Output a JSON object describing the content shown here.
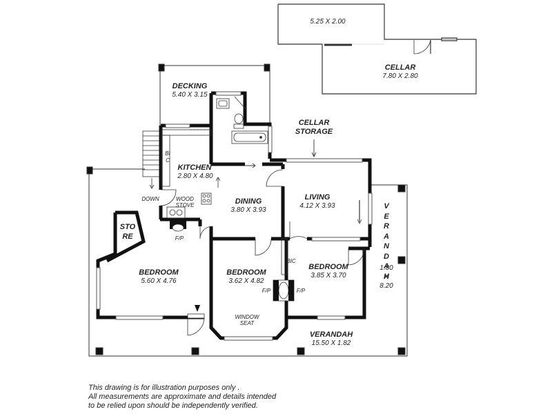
{
  "rooms": {
    "cellar_upper": {
      "dim": "5.25 X 2.00"
    },
    "cellar": {
      "name": "CELLAR",
      "dim": "7.80 X 2.80"
    },
    "decking": {
      "name": "DECKING",
      "dim": "5.40 X 3.15"
    },
    "cellar_storage": {
      "line1": "CELLAR",
      "line2": "STORAGE"
    },
    "kitchen": {
      "name": "KITCHEN",
      "dim": "2.80 X 4.80"
    },
    "bic_kitchen": {
      "name": "BIC"
    },
    "down": {
      "name": "DOWN"
    },
    "wood_stove": {
      "line1": "WOOD",
      "line2": "STOVE"
    },
    "dining": {
      "name": "DINING",
      "dim": "3.80 X 3.93"
    },
    "living": {
      "name": "LIVING",
      "dim": "4.12 X 3.93"
    },
    "verandah_side": {
      "name": "VERANDAH",
      "dim1": "1.80",
      "x": "X",
      "dim2": "8.20"
    },
    "store": {
      "line1": "STO",
      "line2": "RE"
    },
    "fp_left": {
      "name": "F/P"
    },
    "bedroom_left": {
      "name": "BEDROOM",
      "dim": "5.60 X 4.76"
    },
    "bedroom_mid": {
      "name": "BEDROOM",
      "dim": "3.62 X 4.82"
    },
    "bedroom_right": {
      "name": "BEDROOM",
      "dim": "3.85 X 3.70"
    },
    "bic_bed": {
      "name": "BIC"
    },
    "fp_mid_l": {
      "name": "F/P"
    },
    "fp_mid_r": {
      "name": "F/P"
    },
    "window_seat": {
      "line1": "WINDOW",
      "line2": "SEAT"
    },
    "verandah_front": {
      "name": "VERANDAH",
      "dim": "15.50 X 1.82"
    }
  },
  "disclaimer": {
    "line1": "This drawing is for illustration purposes only .",
    "line2": "All measurements are approximate and details intended",
    "line3": "to be relied upon should be independently verified."
  }
}
